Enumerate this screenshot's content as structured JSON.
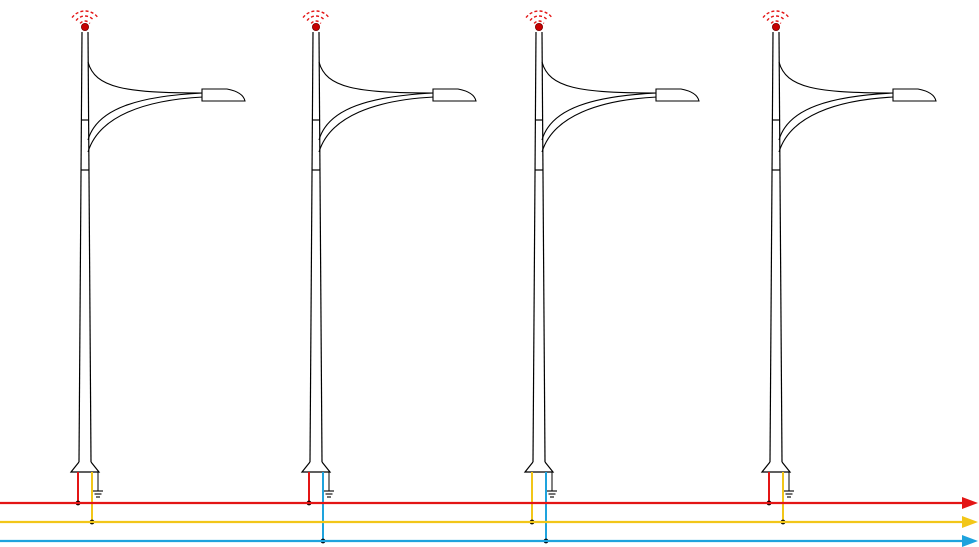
{
  "diagram": {
    "type": "street-light-power-distribution",
    "pole_count": 4,
    "feeders": [
      {
        "id": "red",
        "color": "#e31515"
      },
      {
        "id": "yellow",
        "color": "#f2c618"
      },
      {
        "id": "blue",
        "color": "#1ea3dd"
      }
    ],
    "pole_connections": [
      {
        "pole": 1,
        "phase": "red",
        "neutral": "yellow"
      },
      {
        "pole": 2,
        "phase": "red",
        "neutral": "blue"
      },
      {
        "pole": 3,
        "phase": "yellow",
        "neutral": "blue"
      },
      {
        "pole": 4,
        "phase": "red",
        "neutral": "yellow"
      }
    ],
    "colors": {
      "pole": "#000000",
      "beacon": "#c80000",
      "signal_wave": "#e31515",
      "junction": "#000000",
      "background": "#ffffff"
    },
    "icons": [
      "street-light-pole-icon",
      "beacon-light-icon",
      "signal-wave-icon",
      "ground-symbol-icon",
      "arrow-icon"
    ]
  }
}
